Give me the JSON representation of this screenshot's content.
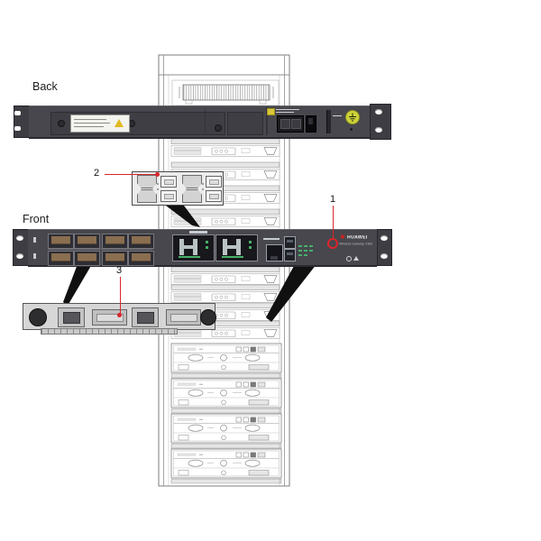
{
  "diagram": {
    "back_label": "Back",
    "front_label": "Front",
    "callout_1": "1",
    "callout_2": "2",
    "callout_3": "3",
    "brand": "HUAWEI",
    "model_text": "Wireless Gateway V300",
    "colors": {
      "callout_red": "#d9262b",
      "chassis_gray": "#47474d",
      "ground_yellow": "#cdd23a",
      "port_tan": "#8a6e50",
      "led_green": "#46b06a",
      "warning_yellow": "#e2b920"
    }
  }
}
